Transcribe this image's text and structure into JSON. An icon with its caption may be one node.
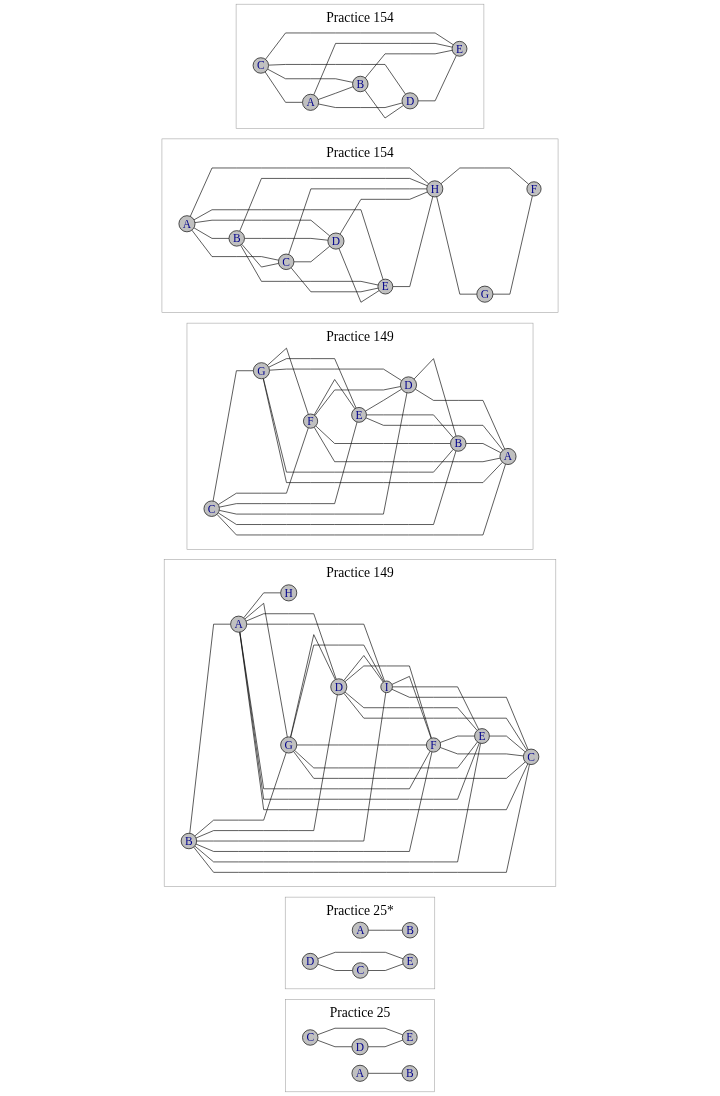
{
  "diagram": {
    "nodes": [
      {
        "text": [
          "Practice 154"
        ]
      },
      {
        "text": [
          "C"
        ],
        "in": 0
      },
      {
        "text": [
          "A"
        ],
        "in": 0
      },
      {
        "text": [
          "B"
        ],
        "in": 0
      },
      {
        "text": [
          "D"
        ],
        "in": 0
      },
      {
        "text": [
          "E"
        ],
        "in": 0
      },
      {
        "text": [
          "Practice 154"
        ]
      },
      {
        "text": [
          "G"
        ],
        "in": 6
      },
      {
        "text": [
          "H"
        ],
        "in": 6
      },
      {
        "text": [
          "D"
        ],
        "in": 6
      },
      {
        "text": [
          "B"
        ],
        "in": 6
      },
      {
        "text": [
          "F"
        ],
        "in": 6
      },
      {
        "text": [
          "A"
        ],
        "in": 6
      },
      {
        "text": [
          "E"
        ],
        "in": 6
      },
      {
        "text": [
          "C"
        ],
        "in": 6
      },
      {
        "text": [
          "Practice 149"
        ]
      },
      {
        "text": [
          "C"
        ],
        "in": 15
      },
      {
        "text": [
          "G"
        ],
        "in": 15
      },
      {
        "text": [
          "F"
        ],
        "in": 15
      },
      {
        "text": [
          "E"
        ],
        "in": 15
      },
      {
        "text": [
          "D"
        ],
        "in": 15
      },
      {
        "text": [
          "B"
        ],
        "in": 15
      },
      {
        "text": [
          "A"
        ],
        "in": 15
      },
      {
        "text": [
          "Practice 149"
        ]
      },
      {
        "text": [
          "H"
        ],
        "in": 23
      },
      {
        "text": [
          "B"
        ],
        "in": 23
      },
      {
        "text": [
          "A"
        ],
        "in": 23
      },
      {
        "text": [
          "G"
        ],
        "in": 23
      },
      {
        "text": [
          "D"
        ],
        "in": 23
      },
      {
        "text": [
          "I"
        ],
        "in": 23
      },
      {
        "text": [
          "F"
        ],
        "in": 23
      },
      {
        "text": [
          "E"
        ],
        "in": 23
      },
      {
        "text": [
          "C"
        ],
        "in": 23
      },
      {
        "text": [
          "Practice 25*"
        ]
      },
      {
        "text": [
          "A"
        ],
        "in": 33
      },
      {
        "text": [
          "D"
        ],
        "in": 33
      },
      {
        "text": [
          "B"
        ],
        "in": 33
      },
      {
        "text": [
          "C"
        ],
        "in": 33
      },
      {
        "text": [
          "E"
        ],
        "in": 33
      },
      {
        "text": [
          "Practice 25"
        ]
      },
      {
        "text": [
          "C"
        ],
        "in": 39
      },
      {
        "text": [
          "A"
        ],
        "in": 39
      },
      {
        "text": [
          "D"
        ],
        "in": 39
      },
      {
        "text": [
          "E"
        ],
        "in": 39
      },
      {
        "text": [
          "B"
        ],
        "in": 39
      }
    ],
    "edges": [
      {
        "from": 1,
        "to": 2,
        "arrow": "none"
      },
      {
        "from": 1,
        "to": 3,
        "arrow": "none"
      },
      {
        "from": 1,
        "to": 4,
        "arrow": "none"
      },
      {
        "from": 1,
        "to": 5,
        "arrow": "none"
      },
      {
        "from": 2,
        "to": 3,
        "arrow": "none"
      },
      {
        "from": 2,
        "to": 4,
        "arrow": "none"
      },
      {
        "from": 2,
        "to": 5,
        "arrow": "none"
      },
      {
        "from": 3,
        "to": 4,
        "arrow": "none"
      },
      {
        "from": 3,
        "to": 5,
        "arrow": "none"
      },
      {
        "from": 4,
        "to": 5,
        "arrow": "none"
      },
      {
        "from": 12,
        "to": 10,
        "arrow": "none"
      },
      {
        "from": 12,
        "to": 14,
        "arrow": "none"
      },
      {
        "from": 12,
        "to": 9,
        "arrow": "none"
      },
      {
        "from": 12,
        "to": 13,
        "arrow": "none"
      },
      {
        "from": 12,
        "to": 8,
        "arrow": "none"
      },
      {
        "from": 10,
        "to": 14,
        "arrow": "none"
      },
      {
        "from": 10,
        "to": 9,
        "arrow": "none"
      },
      {
        "from": 10,
        "to": 13,
        "arrow": "none"
      },
      {
        "from": 10,
        "to": 8,
        "arrow": "none"
      },
      {
        "from": 14,
        "to": 9,
        "arrow": "none"
      },
      {
        "from": 14,
        "to": 13,
        "arrow": "none"
      },
      {
        "from": 14,
        "to": 8,
        "arrow": "none"
      },
      {
        "from": 9,
        "to": 13,
        "arrow": "none"
      },
      {
        "from": 9,
        "to": 8,
        "arrow": "none"
      },
      {
        "from": 13,
        "to": 8,
        "arrow": "none"
      },
      {
        "from": 8,
        "to": 7,
        "arrow": "none"
      },
      {
        "from": 8,
        "to": 11,
        "arrow": "none"
      },
      {
        "from": 7,
        "to": 11,
        "arrow": "none"
      },
      {
        "from": 16,
        "to": 17,
        "arrow": "none"
      },
      {
        "from": 16,
        "to": 18,
        "arrow": "none"
      },
      {
        "from": 16,
        "to": 19,
        "arrow": "none"
      },
      {
        "from": 16,
        "to": 20,
        "arrow": "none"
      },
      {
        "from": 16,
        "to": 21,
        "arrow": "none"
      },
      {
        "from": 16,
        "to": 22,
        "arrow": "none"
      },
      {
        "from": 17,
        "to": 18,
        "arrow": "none"
      },
      {
        "from": 17,
        "to": 19,
        "arrow": "none"
      },
      {
        "from": 17,
        "to": 20,
        "arrow": "none"
      },
      {
        "from": 17,
        "to": 21,
        "arrow": "none"
      },
      {
        "from": 17,
        "to": 22,
        "arrow": "none"
      },
      {
        "from": 18,
        "to": 19,
        "arrow": "none"
      },
      {
        "from": 18,
        "to": 20,
        "arrow": "none"
      },
      {
        "from": 18,
        "to": 21,
        "arrow": "none"
      },
      {
        "from": 18,
        "to": 22,
        "arrow": "none"
      },
      {
        "from": 19,
        "to": 20,
        "arrow": "none"
      },
      {
        "from": 19,
        "to": 21,
        "arrow": "none"
      },
      {
        "from": 19,
        "to": 22,
        "arrow": "none"
      },
      {
        "from": 20,
        "to": 21,
        "arrow": "none"
      },
      {
        "from": 20,
        "to": 22,
        "arrow": "none"
      },
      {
        "from": 21,
        "to": 22,
        "arrow": "none"
      },
      {
        "from": 26,
        "to": 24,
        "arrow": "none"
      },
      {
        "from": 25,
        "to": 26,
        "arrow": "none"
      },
      {
        "from": 25,
        "to": 27,
        "arrow": "none"
      },
      {
        "from": 25,
        "to": 28,
        "arrow": "none"
      },
      {
        "from": 25,
        "to": 29,
        "arrow": "none"
      },
      {
        "from": 25,
        "to": 30,
        "arrow": "none"
      },
      {
        "from": 25,
        "to": 31,
        "arrow": "none"
      },
      {
        "from": 25,
        "to": 32,
        "arrow": "none"
      },
      {
        "from": 26,
        "to": 27,
        "arrow": "none"
      },
      {
        "from": 26,
        "to": 28,
        "arrow": "none"
      },
      {
        "from": 26,
        "to": 29,
        "arrow": "none"
      },
      {
        "from": 26,
        "to": 30,
        "arrow": "none"
      },
      {
        "from": 26,
        "to": 31,
        "arrow": "none"
      },
      {
        "from": 26,
        "to": 32,
        "arrow": "none"
      },
      {
        "from": 27,
        "to": 28,
        "arrow": "none"
      },
      {
        "from": 27,
        "to": 29,
        "arrow": "none"
      },
      {
        "from": 27,
        "to": 30,
        "arrow": "none"
      },
      {
        "from": 27,
        "to": 31,
        "arrow": "none"
      },
      {
        "from": 27,
        "to": 32,
        "arrow": "none"
      },
      {
        "from": 28,
        "to": 29,
        "arrow": "none"
      },
      {
        "from": 28,
        "to": 30,
        "arrow": "none"
      },
      {
        "from": 28,
        "to": 31,
        "arrow": "none"
      },
      {
        "from": 28,
        "to": 32,
        "arrow": "none"
      },
      {
        "from": 29,
        "to": 30,
        "arrow": "none"
      },
      {
        "from": 29,
        "to": 31,
        "arrow": "none"
      },
      {
        "from": 29,
        "to": 32,
        "arrow": "none"
      },
      {
        "from": 30,
        "to": 31,
        "arrow": "none"
      },
      {
        "from": 30,
        "to": 32,
        "arrow": "none"
      },
      {
        "from": 31,
        "to": 32,
        "arrow": "none"
      },
      {
        "from": 34,
        "to": 36,
        "arrow": "none"
      },
      {
        "from": 35,
        "to": 37,
        "arrow": "none"
      },
      {
        "from": 35,
        "to": 38,
        "arrow": "none"
      },
      {
        "from": 37,
        "to": 38,
        "arrow": "none"
      },
      {
        "from": 40,
        "to": 42,
        "arrow": "none"
      },
      {
        "from": 40,
        "to": 43,
        "arrow": "none"
      },
      {
        "from": 42,
        "to": 43,
        "arrow": "none"
      },
      {
        "from": 41,
        "to": 44,
        "arrow": "none"
      }
    ]
  }
}
